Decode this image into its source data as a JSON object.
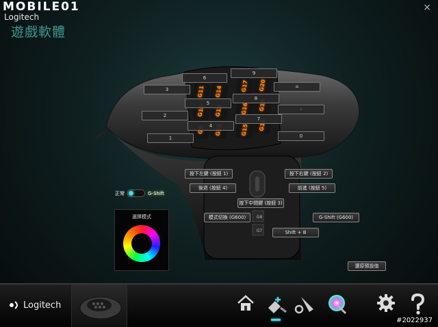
{
  "window": {
    "watermark": "MOBILE01",
    "watermark_sub": "Logitech",
    "app_title": "遊戲軟體",
    "close_glyph": "×"
  },
  "side_button_labels": {
    "b1": "1",
    "b2": "2",
    "b3": "3",
    "b4": "4",
    "b5": "5",
    "b6": "6",
    "b7": "7",
    "b8": "8",
    "b9": "9",
    "b0": "0",
    "minus": "-",
    "equals": "="
  },
  "keypad_keys": [
    "G9",
    "G10",
    "G11",
    "G12",
    "G13",
    "G14",
    "G15",
    "G16",
    "G17",
    "G18",
    "G19",
    "G20"
  ],
  "function_labels": {
    "left_click": "按下左鍵 (按鈕 1)",
    "right_click": "按下右鍵 (按鈕 2)",
    "back": "後退 (按鈕 4)",
    "forward": "前進 (按鈕 5)",
    "middle_click": "按下中間鍵 (按鈕 3)",
    "mode_switch": "模式切換 (G600)",
    "gshift": "G-Shift (G600)",
    "shift_b": "Shift + B",
    "g8": "G8",
    "g7": "G7"
  },
  "mode": {
    "normal_label": "正常",
    "gshift_label": "G-Shift",
    "active": "normal"
  },
  "color_panel": {
    "title": "選擇模式"
  },
  "restore_label": "還原預設值",
  "bottom": {
    "brand": "Logitech",
    "active_tab": "assignments",
    "watermark_id": "#2022937"
  },
  "icons": {
    "home": "home-icon",
    "assign": "pointer-assign-icon",
    "settings_pointer": "pointer-settings-icon",
    "lighting": "lighting-icon",
    "gear": "gear-icon",
    "help": "help-icon"
  },
  "colors": {
    "accent": "#4ad6e6",
    "title_teal": "#3f9a93",
    "key_orange": "#ff8a1c"
  }
}
